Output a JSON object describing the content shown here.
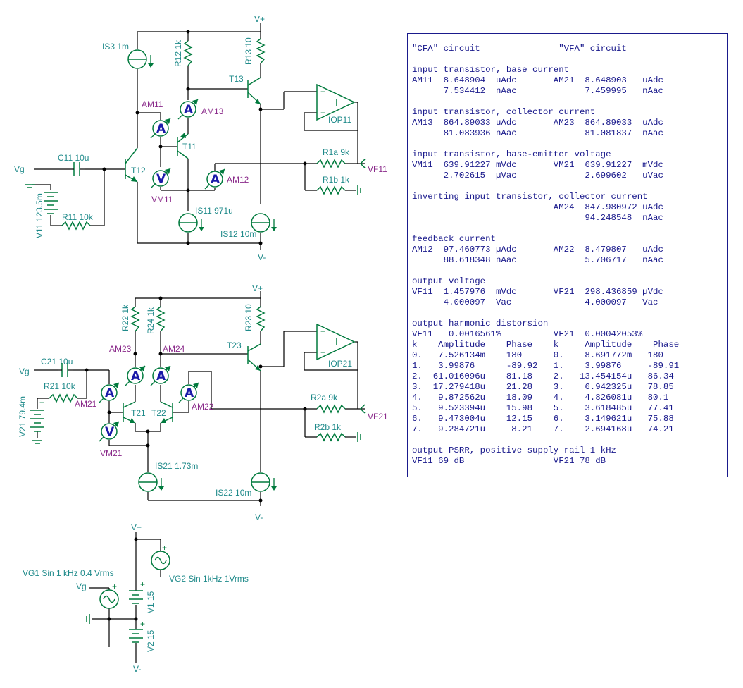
{
  "schematic": {
    "labels": {
      "vplus1": "V+",
      "vminus1": "V-",
      "is3": "IS3 1m",
      "r12": "R12 1k",
      "r13": "R13 10",
      "t13": "T13",
      "am11": "AM11",
      "am13": "AM13",
      "t11": "T11",
      "c11": "C11 10u",
      "vg1": "Vg",
      "t12": "T12",
      "r1a": "R1a 9k",
      "vf11": "VF11",
      "r1b": "R1b 1k",
      "am12": "AM12",
      "vm11": "VM11",
      "v11": "V11 123.5m",
      "r11": "R11 10k",
      "is11": "IS11 971u",
      "is12": "IS12 10m",
      "iop11": "IOP11",
      "vplus2": "V+",
      "vminus2": "V-",
      "r22": "R22 1k",
      "r24": "R24 1k",
      "r23": "R23 10",
      "am23": "AM23",
      "am24": "AM24",
      "t23": "T23",
      "c21": "C21 10u",
      "vg2": "Vg",
      "r21": "R21 10k",
      "am21": "AM21",
      "v21": "V21 79.4m",
      "t21": "T21",
      "t22": "T22",
      "am22": "AM22",
      "vm21": "VM21",
      "r2a": "R2a 9k",
      "vf21": "VF21",
      "r2b": "R2b 1k",
      "is21": "IS21 1.73m",
      "is22": "IS22 10m",
      "iop21": "IOP21",
      "vplus3": "V+",
      "vminus3": "V-",
      "vg3": "Vg",
      "vg1src": "VG1 Sin 1 kHz 0.4 Vrms",
      "vg2src": "VG2 Sin 1kHz 1Vrms",
      "v1": "V1 15",
      "v2": "V2 15"
    },
    "meter_letters": {
      "ammeter": "A",
      "voltmeter": "V"
    }
  },
  "report": {
    "lines": [
      "\"CFA\" circuit               \"VFA\" circuit",
      "",
      "input transistor, base current",
      "AM11  8.648904  uAdc       AM21  8.648903   uAdc",
      "      7.534412  nAac             7.459995   nAac",
      "",
      "input transistor, collector current",
      "AM13  864.89033 uAdc       AM23  864.89033  uAdc",
      "      81.083936 nAac             81.081837  nAac",
      "",
      "input transistor, base-emitter voltage",
      "VM11  639.91227 mVdc       VM21  639.91227  mVdc",
      "      2.702615  µVac             2.699602   uVac",
      "",
      "inverting input transistor, collector current",
      "                           AM24  847.980972 uAdc",
      "                                 94.248548  nAac",
      "",
      "feedback current",
      "AM12  97.460773 µAdc       AM22  8.479807   uAdc",
      "      88.618348 nAac             5.706717   nAac",
      "",
      "output voltage",
      "VF11  1.457976  mVdc       VF21  298.436859 µVdc",
      "      4.000097  Vac              4.000097   Vac",
      "",
      "output harmonic distorsion",
      "VF11   0.0016561%          VF21  0.00042053%",
      "k    Amplitude    Phase    k     Amplitude    Phase",
      "0.   7.526134m    180      0.    8.691772m   180",
      "1.   3.99876      -89.92   1.    3.99876     -89.91",
      "2.  61.016096u    81.18    2.   13.454154u   86.34",
      "3.  17.279418u    21.28    3.    6.942325u   78.85",
      "4.   9.872562u    18.09    4.    4.826081u   80.1",
      "5.   9.523394u    15.98    5.    3.618485u   77.41",
      "6.   9.473004u    12.15    6.    3.149621u   75.88",
      "7.   9.284721u     8.21    7.    2.694168u   74.21",
      "",
      "output PSRR, positive supply rail 1 kHz",
      "VF11 69 dB                 VF21 78 dB"
    ]
  }
}
